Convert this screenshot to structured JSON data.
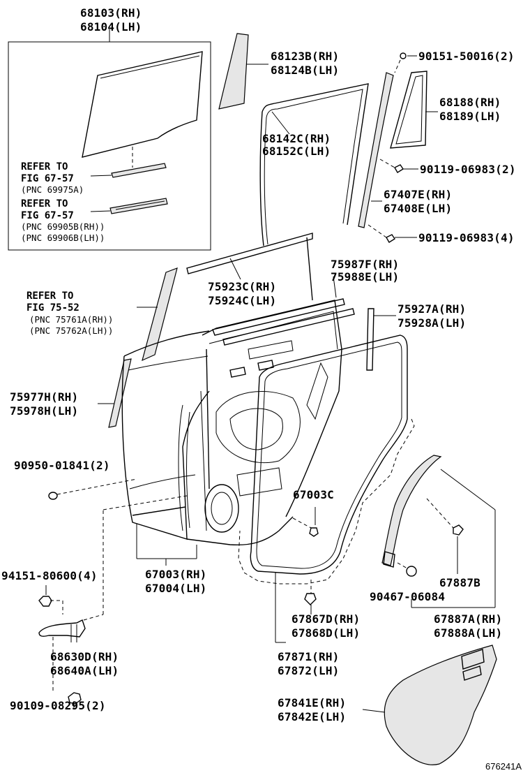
{
  "labels": {
    "l68103": "68103(RH)",
    "l68104": "68104(LH)",
    "l68123b": "68123B(RH)",
    "l68124b": "68124B(LH)",
    "l90151": "90151-50016(2)",
    "l68188": "68188(RH)",
    "l68189": "68189(LH)",
    "l68142c": "68142C(RH)",
    "l68152c": "68152C(LH)",
    "l90119a": "90119-06983(2)",
    "l67407e": "67407E(RH)",
    "l67408e": "67408E(LH)",
    "l90119b": "90119-06983(4)",
    "l75987f": "75987F(RH)",
    "l75988e": "75988E(LH)",
    "l75923c": "75923C(RH)",
    "l75924c": "75924C(LH)",
    "l75927a": "75927A(RH)",
    "l75928a": "75928A(LH)",
    "l75977h": "75977H(RH)",
    "l75978h": "75978H(LH)",
    "l90950": "90950-01841(2)",
    "l67003c": "67003C",
    "l94151": "94151-80600(4)",
    "l67003": "67003(RH)",
    "l67004": "67004(LH)",
    "l67887b": "67887B",
    "l90467": "90467-06084",
    "l67867d": "67867D(RH)",
    "l67868d": "67868D(LH)",
    "l67887a": "67887A(RH)",
    "l67888a": "67888A(LH)",
    "l68630d": "68630D(RH)",
    "l68640a": "68640A(LH)",
    "l67871": "67871(RH)",
    "l67872": "67872(LH)",
    "l67841e": "67841E(RH)",
    "l67842e": "67842E(LH)",
    "l90109": "90109-08295(2)"
  },
  "notes": {
    "ref1_a": "REFER TO",
    "ref1_b": "FIG 67-57",
    "ref1_c": "(PNC 69975A)",
    "ref2_a": "REFER TO",
    "ref2_b": "FIG 67-57",
    "ref2_c": "(PNC 69905B(RH))",
    "ref2_d": "(PNC 69906B(LH))",
    "ref3_a": "REFER TO",
    "ref3_b": "FIG 75-52",
    "ref3_c": "(PNC 75761A(RH))",
    "ref3_d": "(PNC 75762A(LH))"
  },
  "figure_id": "676241A",
  "colors": {
    "line": "#000000",
    "background": "#ffffff",
    "panel_fill": "#e6e6e6"
  }
}
